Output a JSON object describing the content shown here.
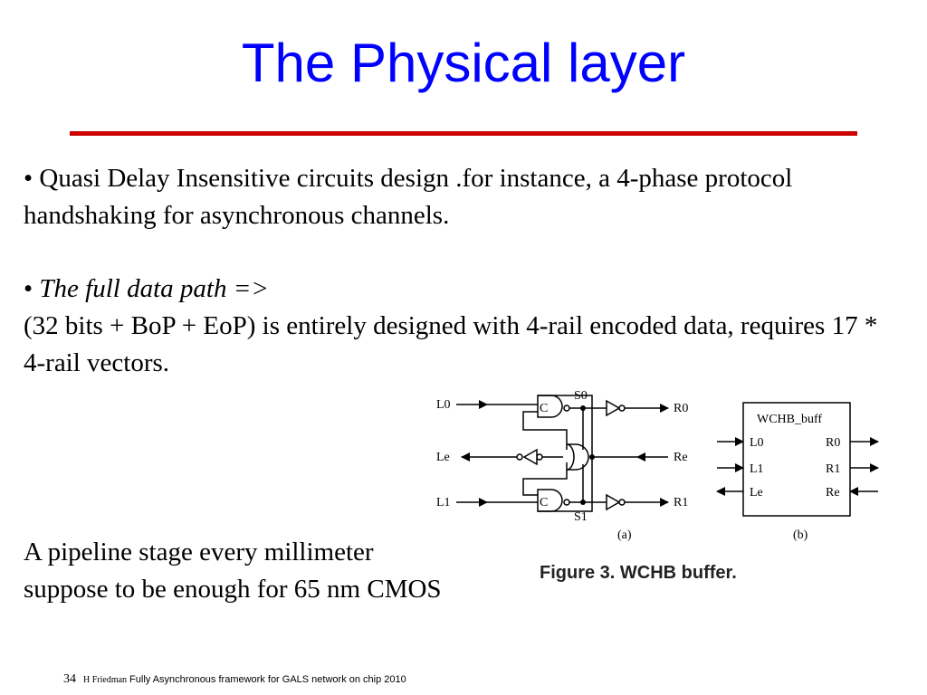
{
  "slide": {
    "title": "The Physical layer",
    "bullet1": {
      "marker": "•",
      "text": "Quasi Delay Insensitive circuits design .for instance, a 4-phase protocol handshaking for asynchronous channels."
    },
    "bullet2": {
      "marker": "•",
      "heading": "The full data path =>",
      "line": "(32 bits + BoP + EoP) is entirely designed with 4-rail encoded data, requires 17 * 4-rail vectors."
    },
    "note": {
      "line1": "A pipeline stage every millimeter",
      "line2": "suppose to be enough for 65 nm CMOS"
    },
    "figure": {
      "caption": "Figure 3. WCHB buffer.",
      "labels": {
        "l0": "L0",
        "le": "Le",
        "l1": "L1",
        "r0": "R0",
        "re": "Re",
        "r1": "R1",
        "s0": "S0",
        "s1": "S1",
        "c": "C",
        "a": "(a)",
        "b": "(b)",
        "box_title": "WCHB_buff",
        "box_l0": "L0",
        "box_l1": "L1",
        "box_le": "Le",
        "box_r0": "R0",
        "box_r1": "R1",
        "box_re": "Re"
      }
    },
    "footer": {
      "page_number": "34",
      "author": "H Friedman",
      "subtitle": "Fully Asynchronous framework for GALS network on chip 2010"
    }
  },
  "colors": {
    "title": "#0000ff",
    "rule": "#cc0000"
  }
}
